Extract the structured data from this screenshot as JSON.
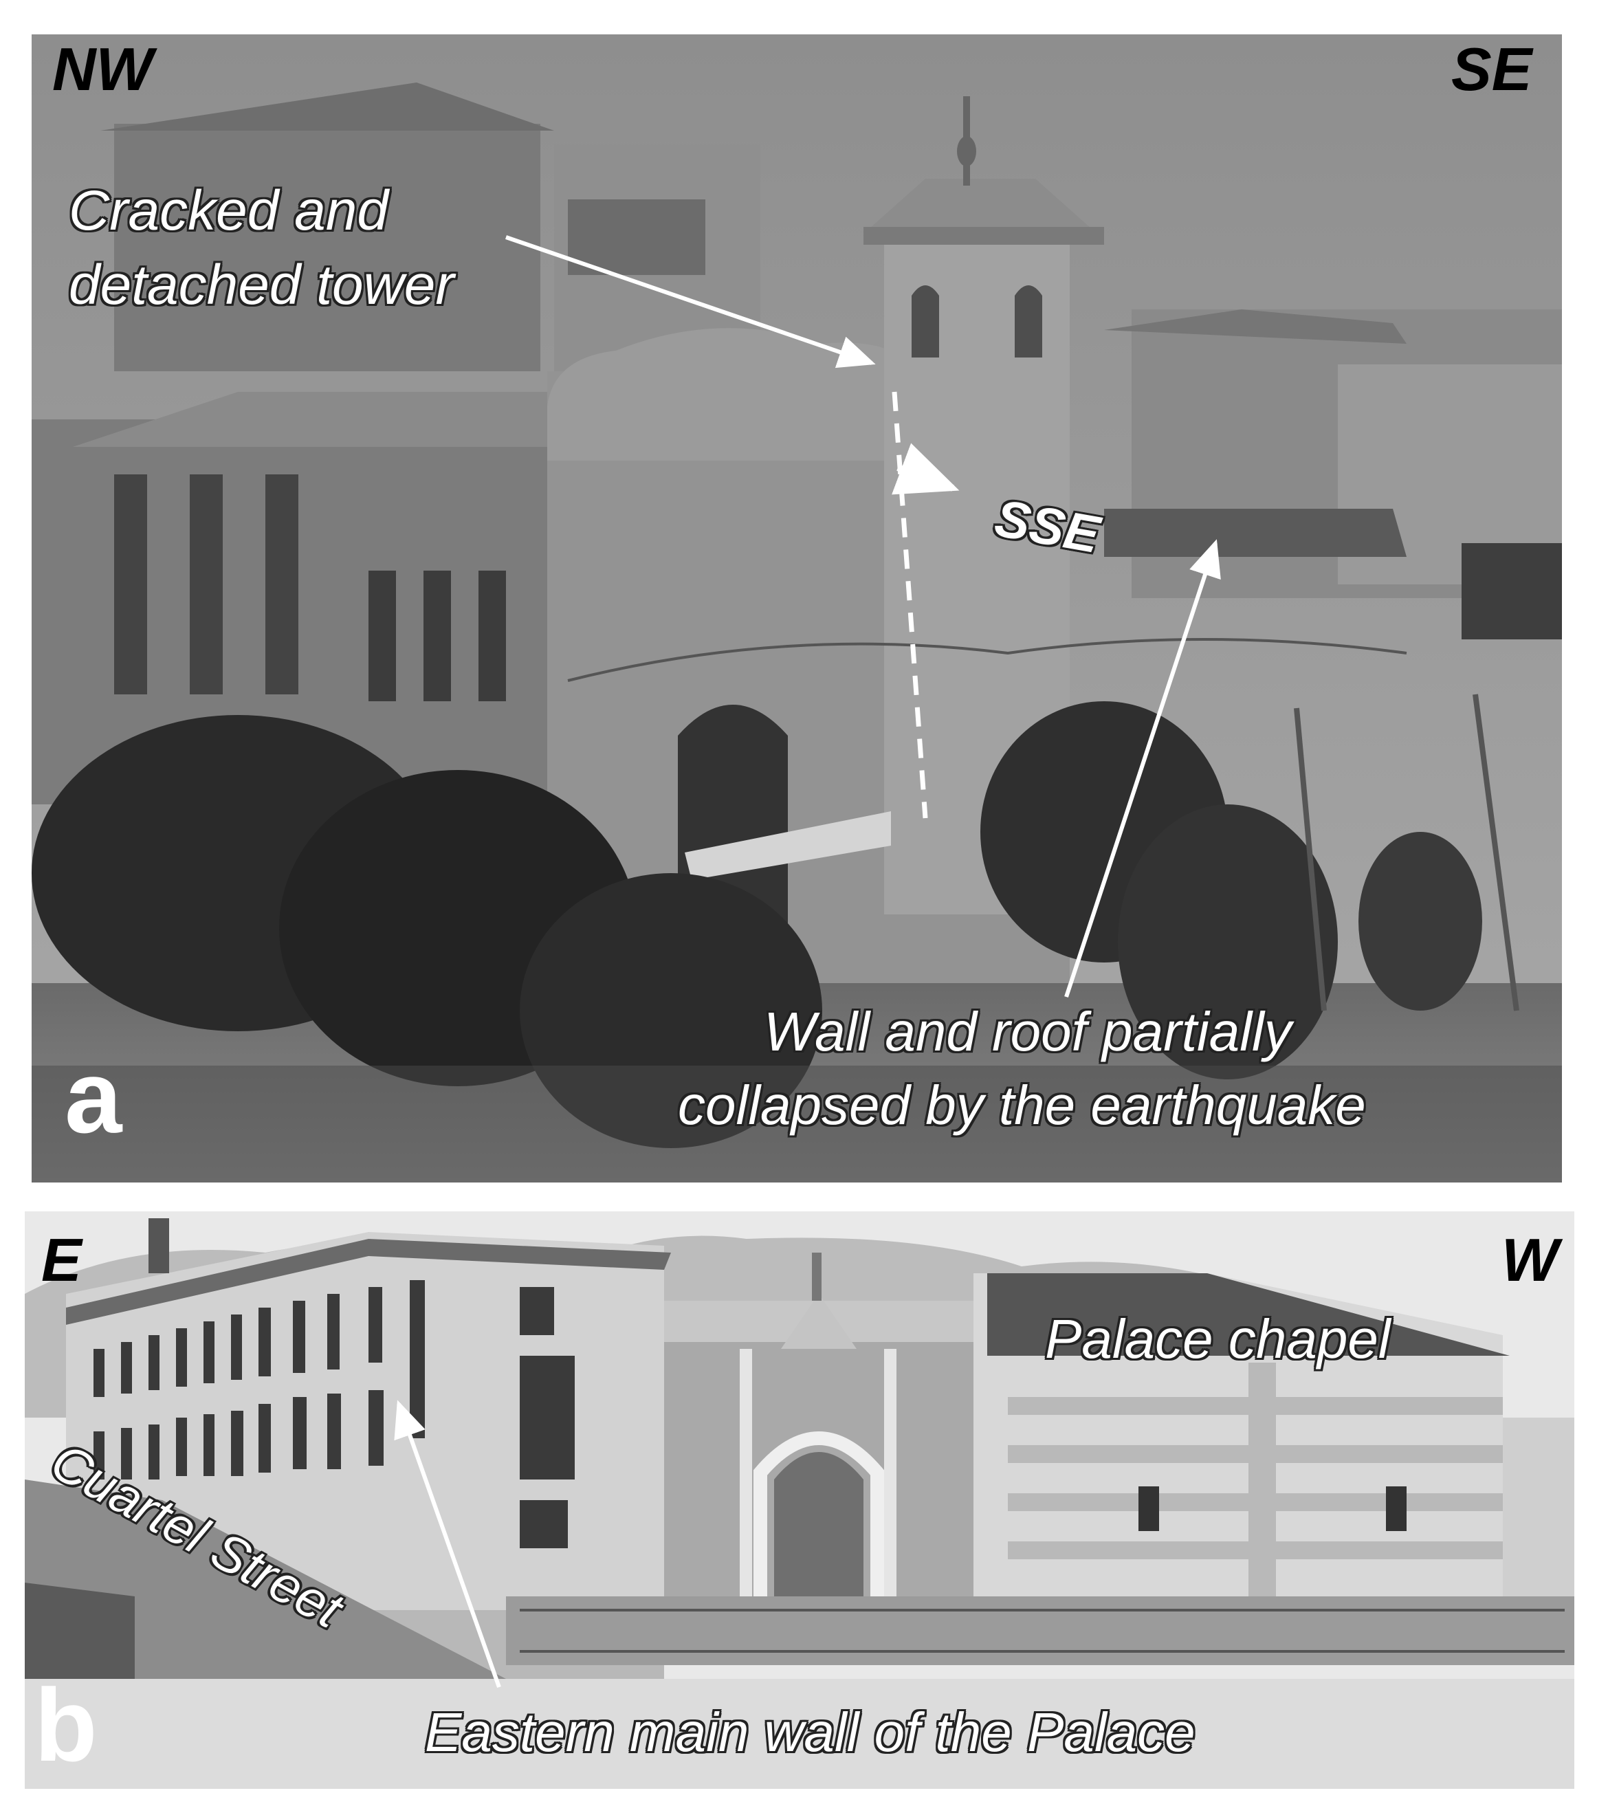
{
  "panel_a": {
    "letter": "a",
    "compass_left": "NW",
    "compass_right": "SE",
    "label_tower_line1": "Cracked and",
    "label_tower_line2": "detached tower",
    "label_direction": "SSE",
    "label_wall_line1": "Wall and roof partially",
    "label_wall_line2": "collapsed by the earthquake"
  },
  "panel_b": {
    "letter": "b",
    "compass_left": "E",
    "compass_right": "W",
    "label_chapel": "Palace chapel",
    "label_street": "Cuartel Street",
    "label_wall": "Eastern main wall of the Palace"
  }
}
